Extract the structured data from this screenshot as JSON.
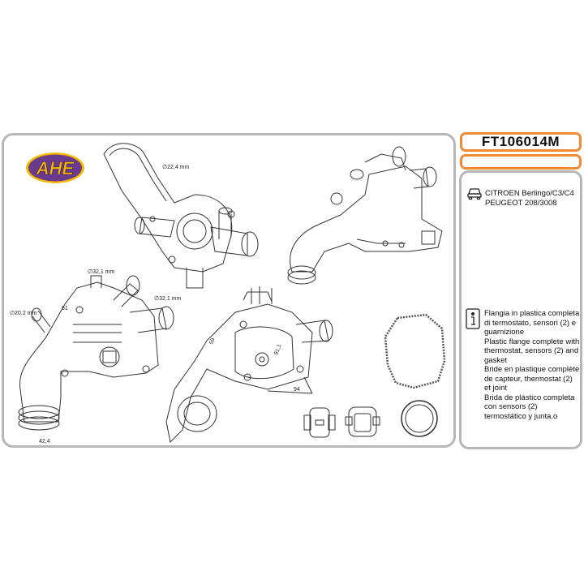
{
  "brand": {
    "logo_text": "AHE",
    "logo_fill": "#6a3a8c",
    "logo_ring": "#f5b800"
  },
  "product": {
    "code": "FT106014M"
  },
  "vehicles": [
    "CITROEN  Berlingo/C3/C4",
    "PEUGEOT 208/3008"
  ],
  "description": [
    "Flangia in plastica completa di termostato, sensori (2) e guarnizione",
    "Plastic flange complete with thermostat, sensors  (2) and gasket",
    "Bride en plastique complète de capteur, thermostat  (2) et joint",
    "Brida de plástico completa con sensors (2) termostático y junta.o"
  ],
  "dimensions": {
    "d1": "∅22,4 mm",
    "d2": "∅32,1 mm",
    "d3": "∅32,1 mm",
    "d4": "∅20,2 mm",
    "d5": "61",
    "d6": "59",
    "d7": "91,1",
    "d8": "94",
    "d9": "42,4"
  },
  "colors": {
    "accent": "#f08a35",
    "border": "#b7b7b7"
  }
}
